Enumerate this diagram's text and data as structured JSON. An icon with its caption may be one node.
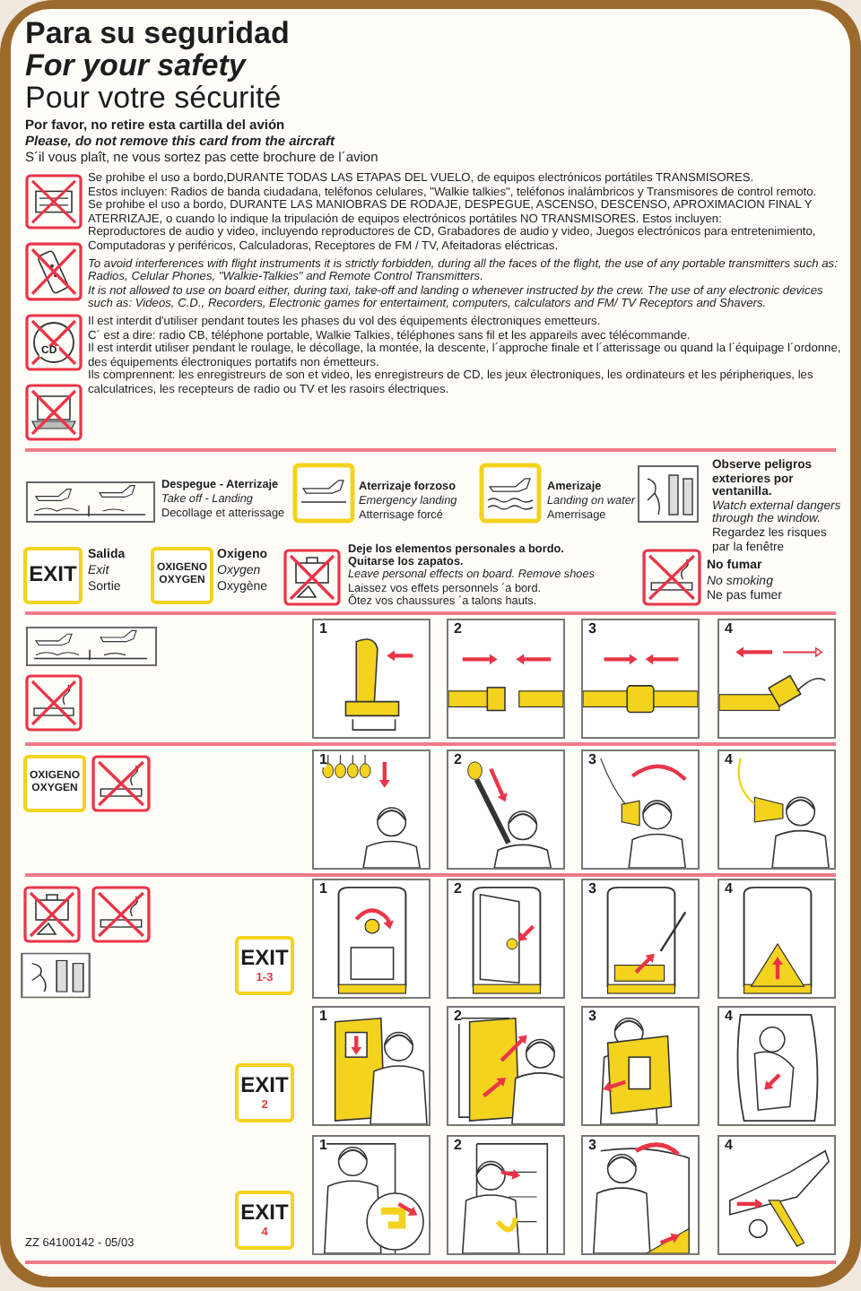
{
  "diagram": {
    "title": "Para su seguridad",
    "nodes": [
      {
        "text": [
          "EXIT"
        ],
        "beside": [
          "Salida",
          "Exit",
          "Sortie"
        ]
      },
      {
        "text": [
          "OXIGENO",
          "OXYGEN"
        ],
        "beside": [
          "Oxigeno",
          "Oxygen",
          "Oxygène"
        ]
      },
      {
        "text": [
          "1"
        ]
      },
      {
        "text": [
          "2"
        ]
      },
      {
        "text": [
          "3"
        ]
      },
      {
        "text": [
          "4"
        ]
      },
      {
        "text": [
          "OXIGENO",
          "OXYGEN"
        ]
      },
      {
        "text": [
          "1"
        ]
      },
      {
        "text": [
          "2"
        ]
      },
      {
        "text": [
          "3"
        ]
      },
      {
        "text": [
          "4"
        ]
      },
      {
        "text": [
          "EXIT",
          "1-3"
        ]
      },
      {
        "text": [
          "1"
        ]
      },
      {
        "text": [
          "2"
        ]
      },
      {
        "text": [
          "3"
        ]
      },
      {
        "text": [
          "4"
        ]
      },
      {
        "text": [
          "EXIT",
          "2"
        ]
      },
      {
        "text": [
          "1"
        ]
      },
      {
        "text": [
          "2"
        ]
      },
      {
        "text": [
          "3"
        ]
      },
      {
        "text": [
          "4"
        ]
      },
      {
        "text": [
          "EXIT",
          "4"
        ]
      },
      {
        "text": [
          "1"
        ]
      },
      {
        "text": [
          "2"
        ]
      },
      {
        "text": [
          "3"
        ]
      },
      {
        "text": [
          "4"
        ]
      }
    ],
    "labels": [
      "For your safety",
      "Pour votre sécurité",
      "Por favor, no retire esta cartilla del avión",
      "Please, do not remove this card from the aircraft",
      "S´il vous plaît, ne vous sortez pas cette brochure de l´avion",
      "Se prohibe el uso a bordo,DURANTE TODAS LAS ETAPAS DEL VUELO, de equipos electrónicos portátiles TRANSMISORES.",
      "Estos incluyen: Radios de banda ciudadana, teléfonos celulares, \"Walkie talkies\", teléfonos inalámbricos y Transmisores de control remoto.",
      "Se prohibe el uso a bordo, DURANTE LAS MANIOBRAS DE RODAJE, DESPEGUE, ASCENSO, DESCENSO, APROXIMACION FINAL Y ATERRIZAJE, o cuando lo indique la tripulación de equipos electrónicos portátiles NO TRANSMISORES. Estos incluyen:",
      "Reproductores de audio y video, incluyendo reproductores de CD, Grabadores de audio y video, Juegos electrónicos para entretenimiento, Computadoras y periféricos, Calculadoras, Receptores de FM / TV, Afeitadoras eléctricas.",
      "To avoid interferences with flight instruments it is strictly forbidden, during all the faces of the flight, the use of any portable transmitters such as: Radios, Celular Phones, \"Walkie-Talkies\" and Remote Control Transmitters.",
      "It is not allowed to use on board either, during taxi, take-off and landing o whenever instructed by the crew. The use of any electronic devices such as: Videos, C.D., Recorders, Electronic games for entertaiment, computers, calculators and FM/ TV Receptors and Shavers.",
      "Il est interdit d'utiliser pendant toutes les phases du vol des équipements électroniques emetteurs.",
      "C´ est a dire: radio CB, téléphone portable, Walkie Talkies, téléphones sans fil et les appareils avec télécommande.",
      "Il est interdit utiliser pendant le roulage, le décollage, la montée, la descente, l´approche finale et l´atterissage ou quand la l´équipage l´ordonne, des équipements électroniques portatifs non émetteurs.",
      "Ils comprennent: les enregistreurs de son et video, les enregistreurs de CD, les jeux électroniques, les ordinateurs et les péripheriques, les calculatrices, les recepteurs de radio ou TV et les rasoirs électriques.",
      "CD",
      "Despegue - Aterrizaje",
      "Take off - Landing",
      "Decollage et atterissage",
      "Aterrizaje forzoso",
      "Emergency landing",
      "Atterrisage forcé",
      "Amerizaje",
      "Landing on water",
      "Amerrisage",
      "Observe peligros exteriores por ventanilla.",
      "Watch external dangers through the window.",
      "Regardez les risques par la fenêtre",
      "Deje los elementos personales a bordo.",
      "Quitarse los zapatos.",
      "Leave personal effects on board. Remove shoes",
      "Laissez vos effets personnels ´a bord.",
      "Ôtez vos chaussures ´a talons hauts.",
      "No fumar",
      "No smoking",
      "Ne pas fumer",
      "ZZ 64100142 - 05/03"
    ]
  }
}
